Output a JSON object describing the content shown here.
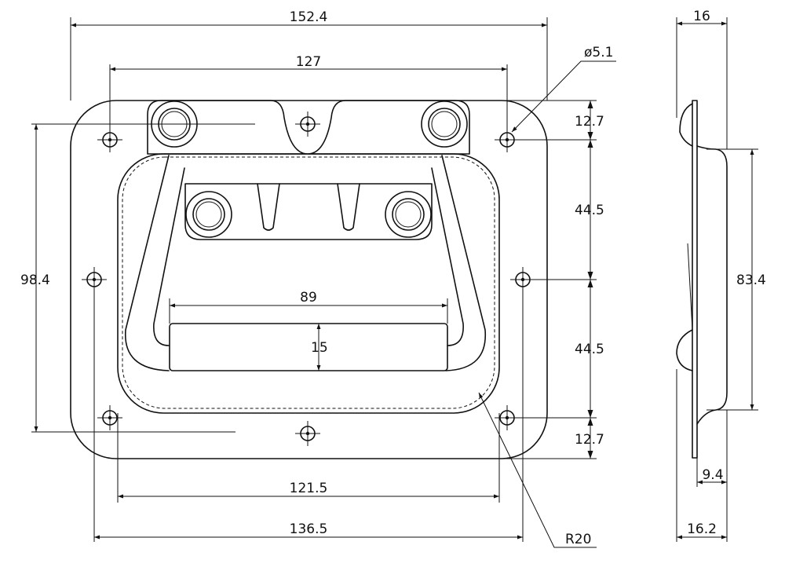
{
  "drawing": {
    "front_view": {
      "dimensions": {
        "overall_width": "152.4",
        "hole_spacing_top": "127",
        "hole_diameter": "ø5.1",
        "overall_height": "98.4",
        "handle_width": "89",
        "handle_height": "15",
        "recess_width": "121.5",
        "side_hole_spacing": "136.5",
        "corner_radius": "R20",
        "top_offset": "12.7",
        "upper_pitch": "44.5",
        "lower_pitch": "44.5",
        "bottom_offset": "12.7"
      }
    },
    "side_view": {
      "dimensions": {
        "top_depth": "16",
        "recess_height": "83.4",
        "flange_offset": "9.4",
        "overall_depth": "16.2"
      }
    }
  }
}
